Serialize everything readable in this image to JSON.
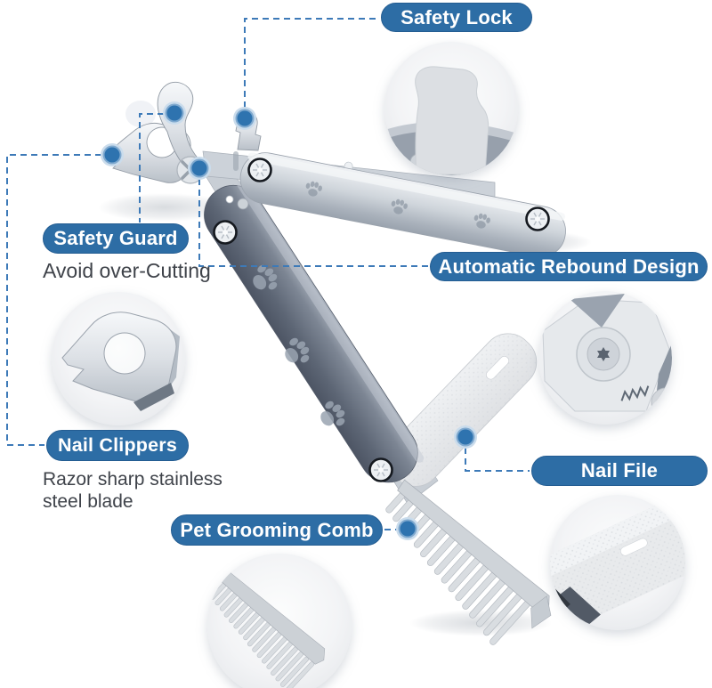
{
  "callouts": {
    "safety_lock": {
      "label": "Safety Lock"
    },
    "safety_guard": {
      "label": "Safety Guard",
      "caption": "Avoid over-Cutting"
    },
    "automatic_rebound": {
      "label": "Automatic Rebound Design"
    },
    "nail_clippers": {
      "label": "Nail Clippers",
      "caption_line1": "Razor sharp stainless",
      "caption_line2": "steel blade"
    },
    "nail_file": {
      "label": "Nail File"
    },
    "grooming_comb": {
      "label": "Pet Grooming Comb"
    }
  },
  "colors": {
    "background": "#ffffff",
    "label_bg": "#2d6da5",
    "label_text": "#ffffff",
    "callout_line": "#3d7ab8",
    "callout_dot": "#2e72ad",
    "caption_text": "#3f434a",
    "metal_light": "#cfd5db",
    "metal_dark": "#5d6675"
  }
}
